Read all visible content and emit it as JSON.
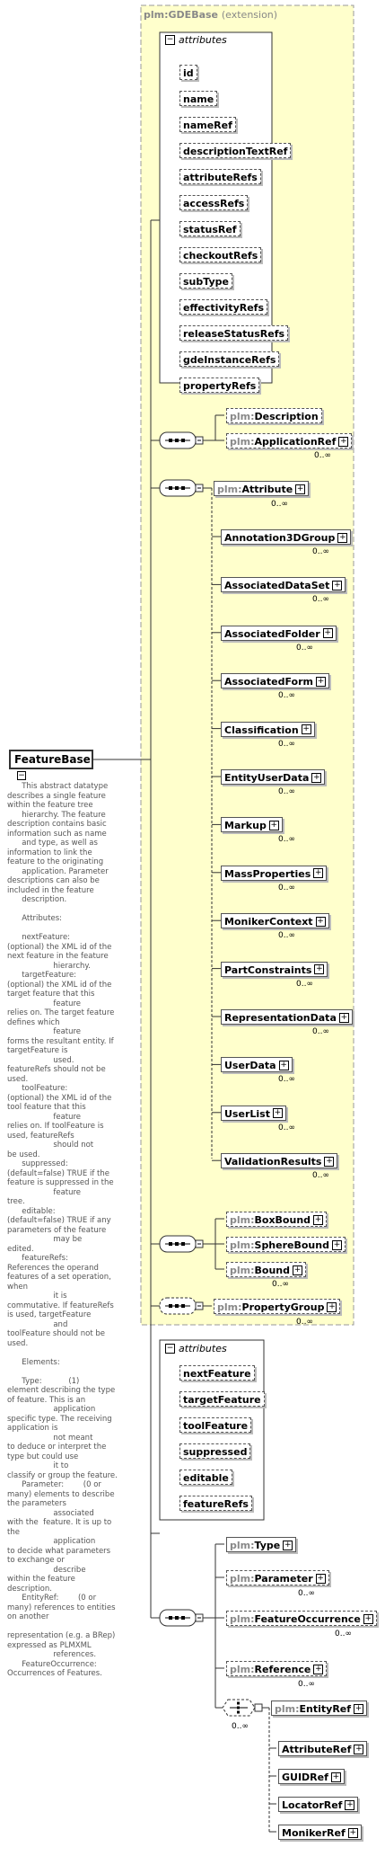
{
  "base": {
    "prefix": "plm:",
    "name": "GDEBase",
    "suffix": "(extension)"
  },
  "root": {
    "name": "FeatureBase"
  },
  "attributes_title": "attributes",
  "base_attributes": [
    "id",
    "name",
    "nameRef",
    "descriptionTextRef",
    "attributeRefs",
    "accessRefs",
    "statusRef",
    "checkoutRefs",
    "subType",
    "effectivityRefs",
    "releaseStatusRefs",
    "gdeInstanceRefs",
    "propertyRefs"
  ],
  "seq1": [
    {
      "prefix": "plm:",
      "name": "Description",
      "card": ""
    },
    {
      "prefix": "plm:",
      "name": "ApplicationRef",
      "card": "0..∞"
    }
  ],
  "choice_head": {
    "prefix": "plm:",
    "name": "Attribute",
    "card": "0..∞"
  },
  "choice_items": [
    {
      "name": "Annotation3DGroup",
      "card": "0..∞"
    },
    {
      "name": "AssociatedDataSet",
      "card": "0..∞"
    },
    {
      "name": "AssociatedFolder",
      "card": "0..∞"
    },
    {
      "name": "AssociatedForm",
      "card": "0..∞"
    },
    {
      "name": "Classification",
      "card": "0..∞"
    },
    {
      "name": "EntityUserData",
      "card": "0..∞"
    },
    {
      "name": "Markup",
      "card": "0..∞"
    },
    {
      "name": "MassProperties",
      "card": "0..∞"
    },
    {
      "name": "MonikerContext",
      "card": "0..∞"
    },
    {
      "name": "PartConstraints",
      "card": "0..∞"
    },
    {
      "name": "RepresentationData",
      "card": "0..∞"
    },
    {
      "name": "UserData",
      "card": "0..∞"
    },
    {
      "name": "UserList",
      "card": "0..∞"
    },
    {
      "name": "ValidationResults",
      "card": "0..∞"
    }
  ],
  "bound": [
    {
      "prefix": "plm:",
      "name": "BoxBound",
      "card": ""
    },
    {
      "prefix": "plm:",
      "name": "SphereBound",
      "card": ""
    },
    {
      "prefix": "plm:",
      "name": "Bound",
      "card": "0..∞"
    }
  ],
  "propgroup": {
    "prefix": "plm:",
    "name": "PropertyGroup",
    "card": "0..∞"
  },
  "own_attributes": [
    "nextFeature",
    "targetFeature",
    "toolFeature",
    "suppressed",
    "editable",
    "featureRefs"
  ],
  "own_seq": [
    {
      "prefix": "plm:",
      "name": "Type",
      "card": ""
    },
    {
      "prefix": "plm:",
      "name": "Parameter",
      "card": "0..∞"
    },
    {
      "prefix": "plm:",
      "name": "FeatureOccurrence",
      "card": "0..∞"
    },
    {
      "prefix": "plm:",
      "name": "Reference",
      "card": "0..∞"
    }
  ],
  "entity_choice_card": "0..∞",
  "entity_head": {
    "prefix": "plm:",
    "name": "EntityRef"
  },
  "entity_items": [
    "AttributeRef",
    "GUIDRef",
    "LocatorRef",
    "MonikerRef"
  ],
  "documentation": "      This abstract datatype\ndescribes a single feature\nwithin the feature tree\n      hierarchy. The feature\ndescription contains basic\ninformation such as name\n      and type, as well as\ninformation to link the\nfeature to the originating\n      application. Parameter\ndescriptions can also be\nincluded in the feature\n      description.\n\n      Attributes:\n\n      nextFeature:\n(optional) the XML id of the\nnext feature in the feature\n                   hierarchy.\n      targetFeature:\n(optional) the XML id of the\ntarget feature that this\n                   feature\nrelies on. The target feature\ndefines which\n                   feature\nforms the resultant entity. If\ntargetFeature is\n                   used.\nfeatureRefs should not be\nused.\n      toolFeature:\n(optional) the XML id of the\ntool feature that this\n                   feature\nrelies on. If toolFeature is\nused, featureRefs\n                   should not\nbe used.\n      suppressed:\n(default=false) TRUE if the\nfeature is suppressed in the\n                   feature\ntree.\n      editable:\n(default=false) TRUE if any\nparameters of the feature\n                   may be\nedited.\n      featureRefs:\nReferences the operand\nfeatures of a set operation,\nwhen\n                   it is\ncommutative. If featureRefs\nis used, targetFeature\n                   and\ntoolFeature should not be\nused.\n\n      Elements:\n\n      Type:           (1)\nelement describing the type\nof feature. This is an\n                   application\nspecific type. The receiving\napplication is\n                   not meant\nto deduce or interpret the\ntype but could use\n                   it to\nclassify or group the feature.\n      Parameter:        (0 or\nmany) elements to describe\nthe parameters\n                   associated\nwith the  feature. It is up to\nthe\n                   application\nto decide what parameters\nto exchange or\n                   describe\nwithin the feature\ndescription.\n      EntityRef:        (0 or\nmany) references to entities\non another\n\nrepresentation (e.g. a BRep)\nexpressed as PLMXML\n                   references.\n      FeatureOccurrence:\nOccurrences of Features."
}
